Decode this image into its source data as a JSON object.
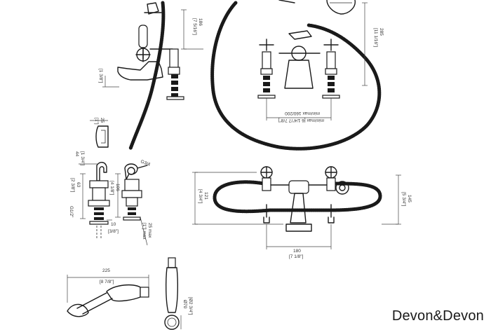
{
  "brand": "Devon&Devon",
  "labels": {
    "side_top_a": "[7 5/16\"]",
    "side_top_b": "186",
    "tall_a": "[11 1/16\"]",
    "tall_b": "285",
    "minmax_a": "min/max 160/200",
    "minmax_b": "min/max [6 1/4\"/7 7/8\"]",
    "left_small": "[1 3/8\"]",
    "clip_a": "[1\"]",
    "clip_b": "25",
    "valve_w_a": "44",
    "valve_w_b": "[1 3/4\"]",
    "valve_h_a": "[2 3/8\"]",
    "valve_h_b": "63",
    "thread_a": "G1/2\"",
    "thread_b": "G3/4",
    "valve2_a": "[4 1/8\"]",
    "valve2_b": "106",
    "shank_a": "10",
    "shank_b": "[3/8\"]",
    "shank_max_a": "[1\"] max",
    "shank_max_b": "25 max",
    "front_h_a": "[4 3/4\"]",
    "front_h_b": "121",
    "front_w_a": "180",
    "front_w_b": "[7 1/8\"]",
    "right_h_a": "[5 3/4\"]",
    "right_h_b": "145",
    "hand_a": "225",
    "hand_b": "[8 7/8\"]",
    "dia_a": "Ø70",
    "dia_b": "[Ø2 3/4\"]"
  }
}
